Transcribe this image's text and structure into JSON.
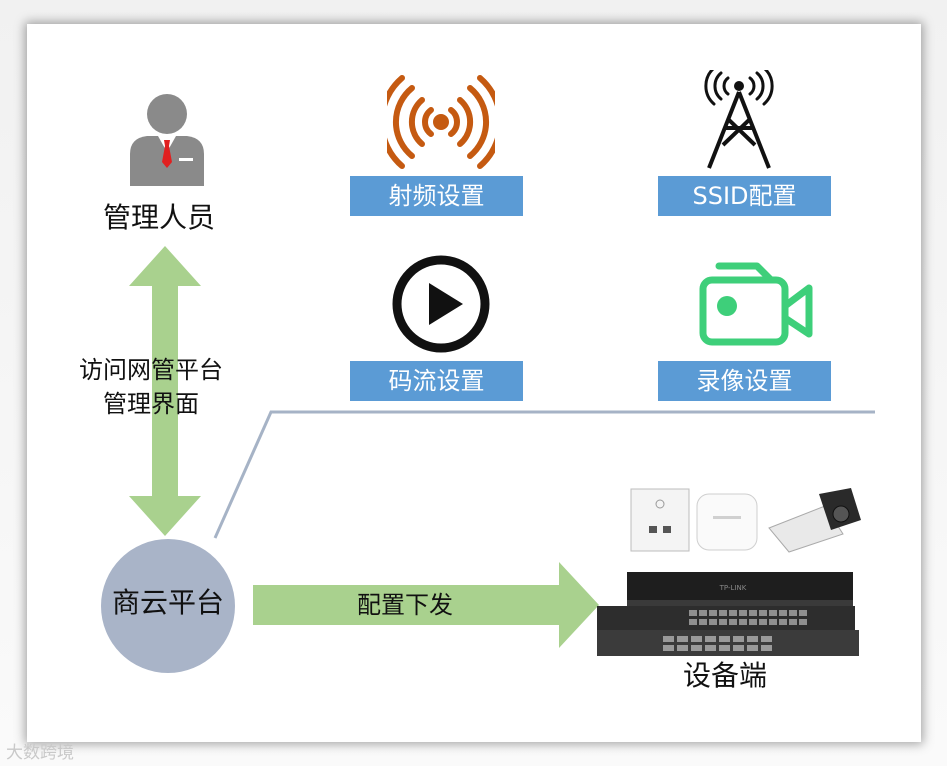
{
  "admin": {
    "label": "管理人员",
    "icon": "admin-person-icon"
  },
  "access_text": {
    "line1": "访问网管平台",
    "line2": "管理界面"
  },
  "platform": {
    "label": "商云平台",
    "color": "#a9b4c8"
  },
  "config_arrow": {
    "label": "配置下发",
    "color": "#a9d18e"
  },
  "device": {
    "label": "设备端",
    "icon": "network-devices-icon"
  },
  "settings": [
    {
      "key": "rf",
      "label": "射频设置",
      "icon": "radio-wave-icon",
      "color": "#c55a11"
    },
    {
      "key": "ssid",
      "label": "SSID配置",
      "icon": "signal-tower-icon",
      "color": "#111111"
    },
    {
      "key": "stream",
      "label": "码流设置",
      "icon": "play-icon",
      "color": "#111111"
    },
    {
      "key": "record",
      "label": "录像设置",
      "icon": "video-camera-icon",
      "color": "#3ecf7a"
    }
  ],
  "box_color": "#5b9bd5",
  "watermark": "大数跨境"
}
